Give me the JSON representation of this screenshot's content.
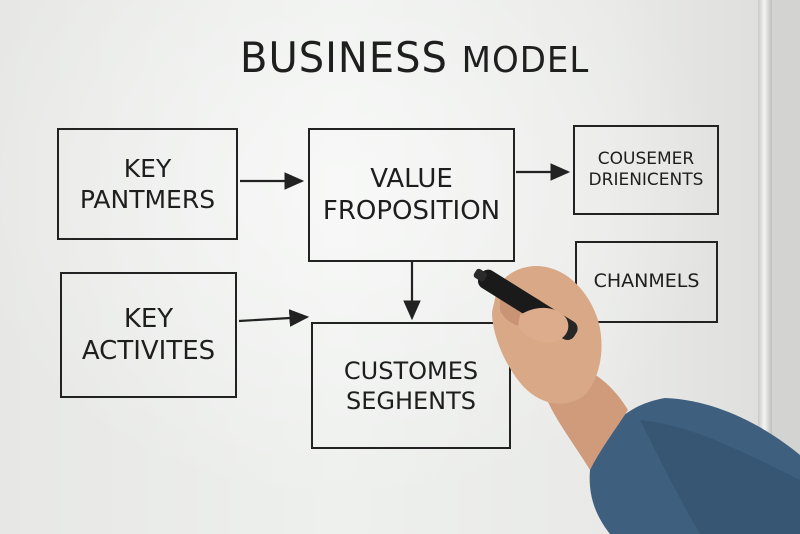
{
  "whiteboard": {
    "title_main": "BUSINESS",
    "title_second": "MODEL",
    "boxes": {
      "key_partners": {
        "line1": "KEY",
        "line2": "PANTMERS"
      },
      "value_proposition": {
        "line1": "VALUE",
        "line2": "FROPOSITION"
      },
      "customer_relations": {
        "line1": "COUSEMER",
        "line2": "DRIENICENTS"
      },
      "channels": {
        "line1": "CHANMELS"
      },
      "key_activities": {
        "line1": "KEY",
        "line2": "ACTIVITES"
      },
      "customer_segments": {
        "line1": "CUSTOMES",
        "line2": "SEGHENTS"
      }
    }
  },
  "colors": {
    "board": "#eceeec",
    "ink": "#1e1e1e",
    "sleeve": "#3f5f7f",
    "skin": "#d9a887",
    "marker": "#1a1a1a"
  }
}
